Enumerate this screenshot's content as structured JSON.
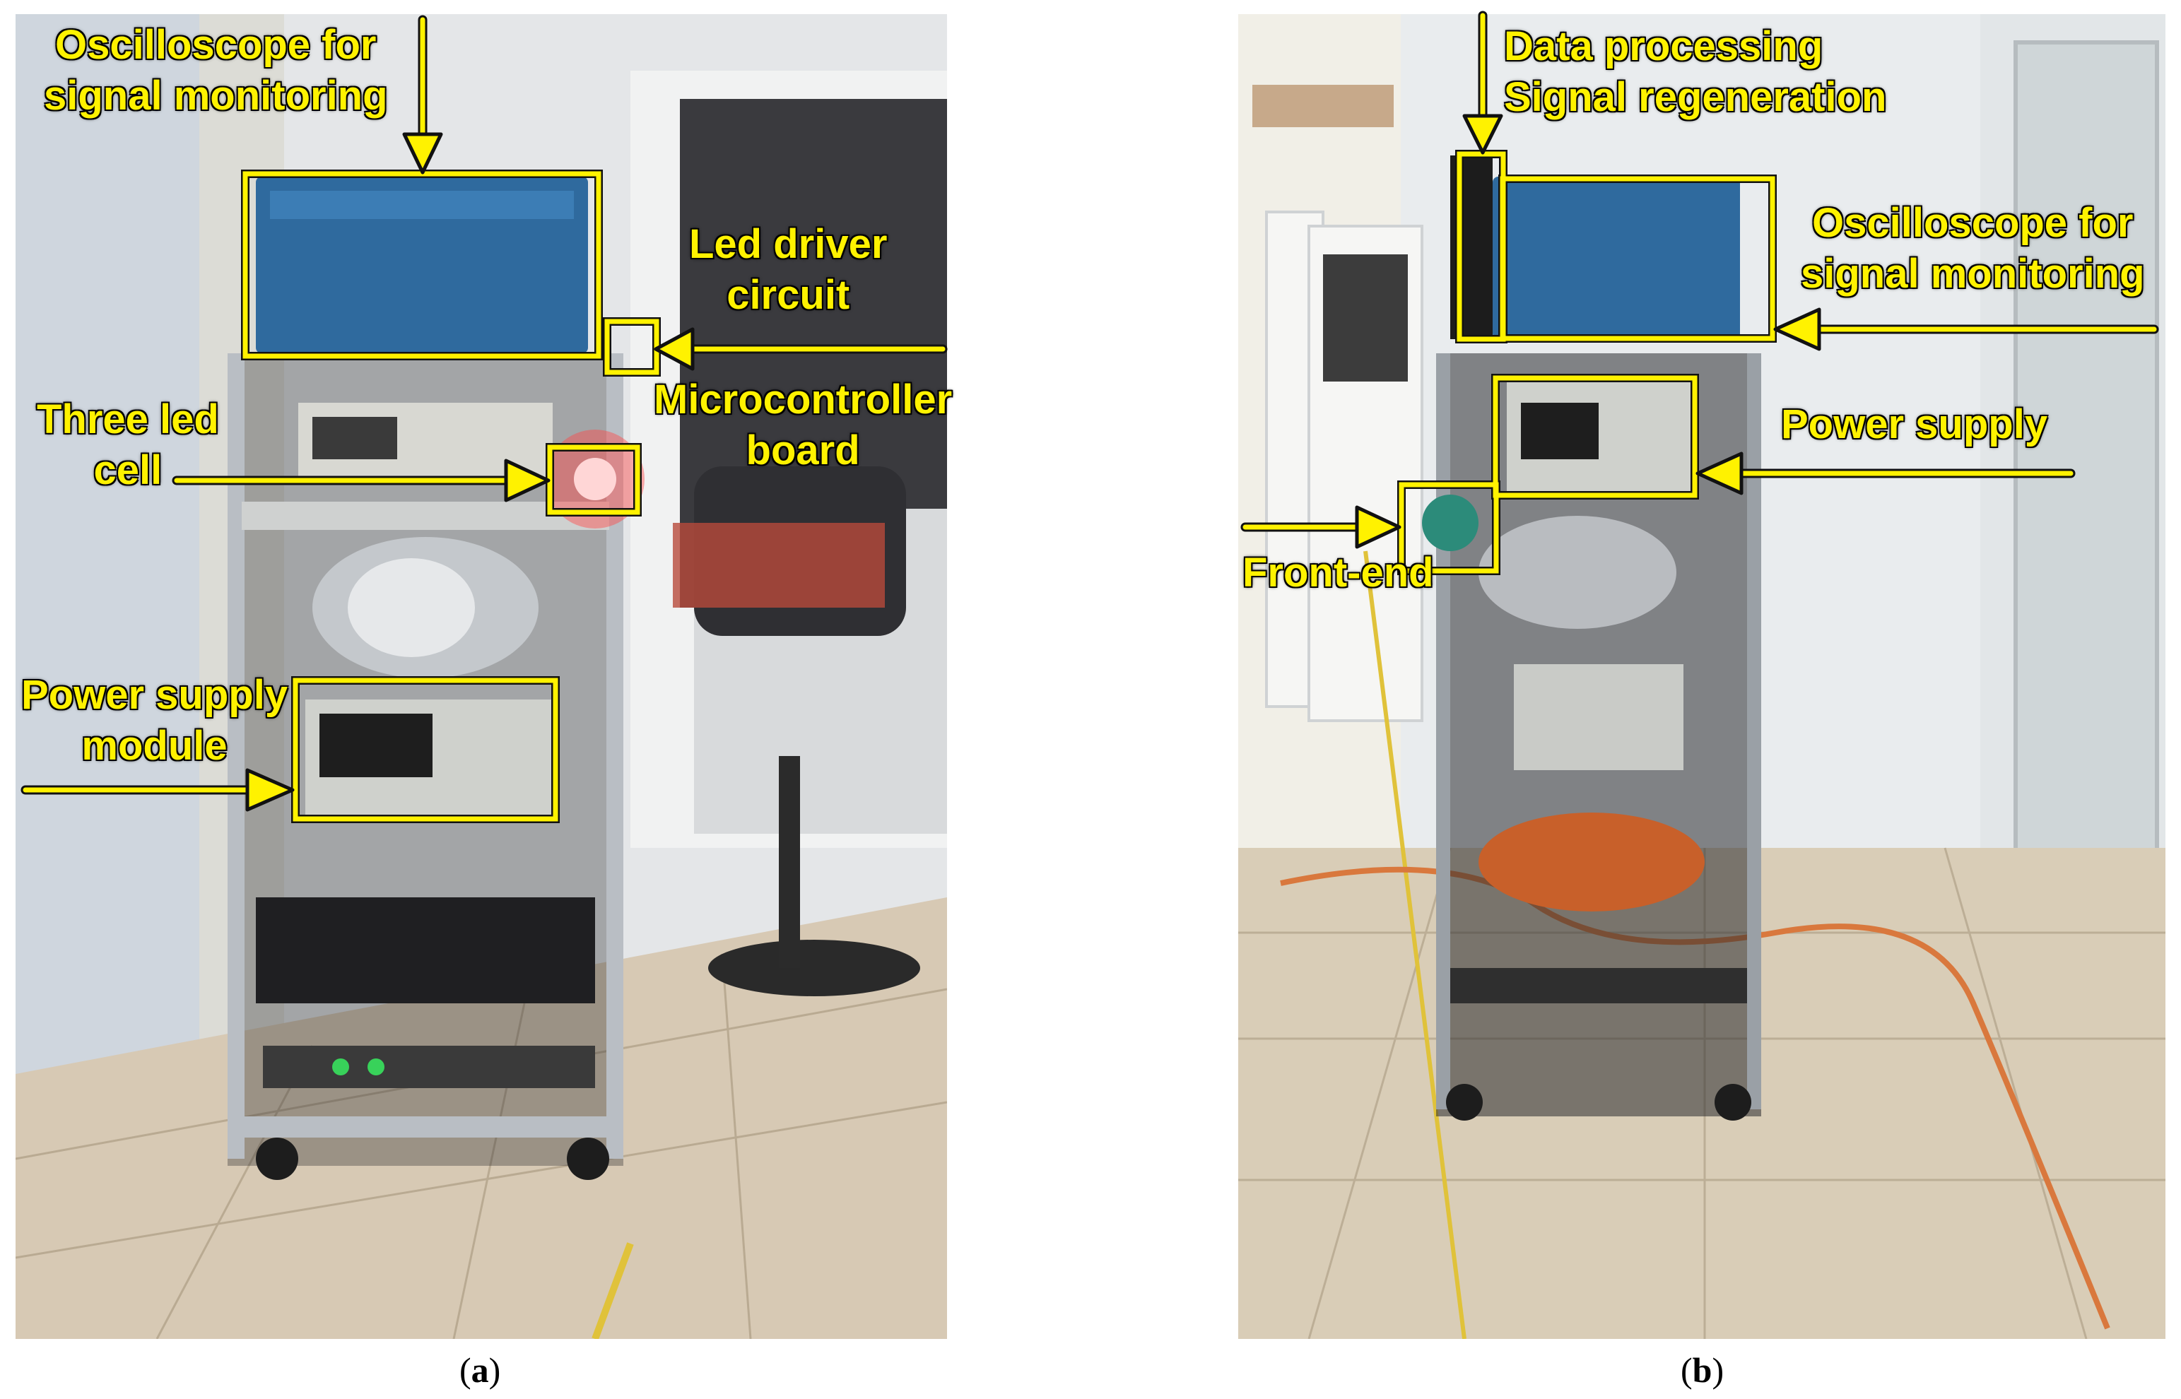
{
  "panel_a": {
    "caption_open": "(",
    "caption_letter": "a",
    "caption_close": ")",
    "labels": {
      "oscilloscope": [
        "Oscilloscope for",
        "signal monitoring"
      ],
      "led_driver": [
        "Led driver",
        "circuit"
      ],
      "microcontroller": [
        "Microcontroller",
        "board"
      ],
      "three_led": [
        "Three led",
        "cell"
      ],
      "power_supply": [
        "Power supply",
        "module"
      ]
    }
  },
  "panel_b": {
    "caption_open": "(",
    "caption_letter": "b",
    "caption_close": ")",
    "labels": {
      "data_processing": [
        "Data processing",
        "Signal regeneration"
      ],
      "oscilloscope": [
        "Oscilloscope for",
        "signal monitoring"
      ],
      "power_supply": [
        "Power supply"
      ],
      "front_end": [
        "Front-end"
      ]
    }
  },
  "colors": {
    "annotation": "#fff200",
    "outline": "#111111"
  }
}
